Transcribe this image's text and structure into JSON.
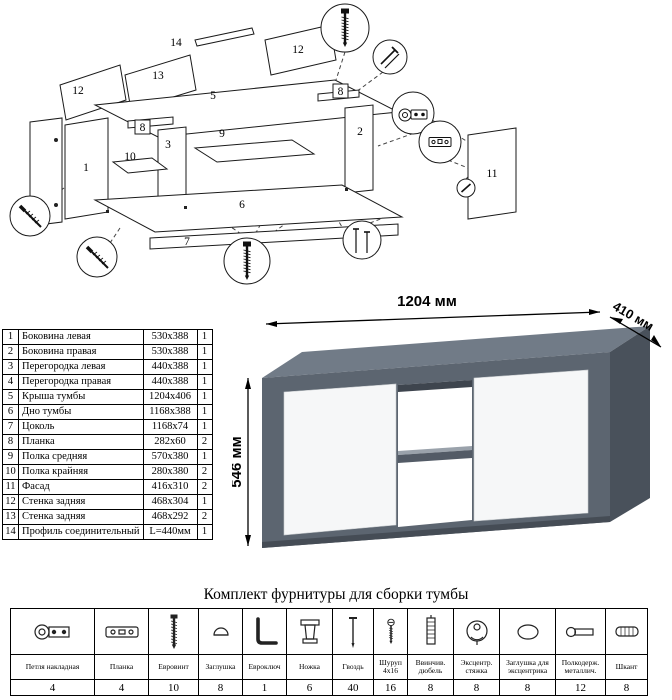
{
  "diagram": {
    "labels": {
      "p1": "1",
      "p2": "2",
      "p3": "3",
      "p5": "5",
      "p6": "6",
      "p7": "7",
      "p8": "8",
      "p9": "9",
      "p10": "10",
      "p11": "11",
      "p12": "12",
      "p13": "13",
      "p14": "14"
    }
  },
  "parts": {
    "rows": [
      {
        "num": "1",
        "name": "Боковина левая",
        "size": "530x388",
        "qty": "1"
      },
      {
        "num": "2",
        "name": "Боковина правая",
        "size": "530x388",
        "qty": "1"
      },
      {
        "num": "3",
        "name": "Перегородка левая",
        "size": "440x388",
        "qty": "1"
      },
      {
        "num": "4",
        "name": "Перегородка правая",
        "size": "440x388",
        "qty": "1"
      },
      {
        "num": "5",
        "name": "Крыша тумбы",
        "size": "1204x406",
        "qty": "1"
      },
      {
        "num": "6",
        "name": "Дно тумбы",
        "size": "1168x388",
        "qty": "1"
      },
      {
        "num": "7",
        "name": "Цоколь",
        "size": "1168x74",
        "qty": "1"
      },
      {
        "num": "8",
        "name": "Планка",
        "size": "282x60",
        "qty": "2"
      },
      {
        "num": "9",
        "name": "Полка средняя",
        "size": "570x380",
        "qty": "1"
      },
      {
        "num": "10",
        "name": "Полка крайняя",
        "size": "280x380",
        "qty": "2"
      },
      {
        "num": "11",
        "name": "Фасад",
        "size": "416x310",
        "qty": "2"
      },
      {
        "num": "12",
        "name": "Стенка задняя",
        "size": "468x304",
        "qty": "1"
      },
      {
        "num": "13",
        "name": "Стенка задняя",
        "size": "468x292",
        "qty": "2"
      },
      {
        "num": "14",
        "name": "Профиль соединительный",
        "size": "L=440мм",
        "qty": "1"
      }
    ]
  },
  "render": {
    "width_label": "1204 мм",
    "depth_label": "410 мм",
    "height_label": "546 мм"
  },
  "hardware": {
    "title": "Комплект фурнитуры для сборки тумбы",
    "items": [
      {
        "name": "Петля накладная",
        "qty": "4",
        "icon": "hinge-icon"
      },
      {
        "name": "Планка",
        "qty": "4",
        "icon": "plate-icon"
      },
      {
        "name": "Евровинт",
        "qty": "10",
        "icon": "euroscrew-icon"
      },
      {
        "name": "Заглушка",
        "qty": "8",
        "icon": "plug-icon"
      },
      {
        "name": "Евроключ",
        "qty": "1",
        "icon": "hexkey-icon"
      },
      {
        "name": "Ножка",
        "qty": "6",
        "icon": "leg-icon"
      },
      {
        "name": "Гвоздь",
        "qty": "40",
        "icon": "nail-icon"
      },
      {
        "name": "Шуруп 4х16",
        "qty": "16",
        "icon": "screw-icon"
      },
      {
        "name": "Ввинчив. дюбель",
        "qty": "8",
        "icon": "dowel-icon"
      },
      {
        "name": "Эксцентр. стяжка",
        "qty": "8",
        "icon": "cam-icon"
      },
      {
        "name": "Заглушка для эксцентрика",
        "qty": "8",
        "icon": "cam-cap-icon"
      },
      {
        "name": "Полкодерж. металлич.",
        "qty": "12",
        "icon": "shelf-support-icon"
      },
      {
        "name": "Шкант",
        "qty": "8",
        "icon": "wood-dowel-icon"
      }
    ]
  },
  "colors": {
    "cab_front": "#5c6570",
    "cab_top": "#717b87",
    "cab_side": "#49515b",
    "cab_plinth": "#454c55",
    "cab_shadow": "#3e454e",
    "cab_shelf_dark": "#535b66",
    "cab_shelf_light": "#9aa2ab",
    "door": "#f6f7f8"
  }
}
